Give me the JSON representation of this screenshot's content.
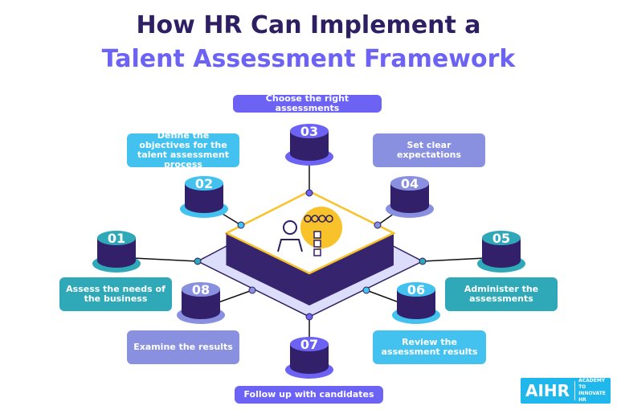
{
  "title_line1": "How HR Can Implement a",
  "title_line2": "Talent Assessment Framework",
  "colors": {
    "navy": "#2e1f63",
    "indigo": "#6c63f5",
    "teal": "#2fa8b8",
    "sky": "#43c2f0",
    "lavender": "#8a90e0",
    "yellow": "#f7c22a",
    "platform": "#dcdcfb"
  },
  "center_icon": "hr-manager-with-team-and-checklist-icon",
  "steps": [
    {
      "number": "01",
      "label": "Assess the needs of the business",
      "color": "#2fa8b8"
    },
    {
      "number": "02",
      "label": "Define the objectives for the talent assessment process",
      "color": "#43c2f0"
    },
    {
      "number": "03",
      "label": "Choose the right assessments",
      "color": "#6c63f5"
    },
    {
      "number": "04",
      "label": "Set clear expectations",
      "color": "#8a90e0"
    },
    {
      "number": "05",
      "label": "Administer the assessments",
      "color": "#2fa8b8"
    },
    {
      "number": "06",
      "label": "Review the assessment results",
      "color": "#43c2f0"
    },
    {
      "number": "07",
      "label": "Follow up with candidates",
      "color": "#6c63f5"
    },
    {
      "number": "08",
      "label": "Examine the results",
      "color": "#8a90e0"
    }
  ],
  "logo": {
    "name": "AIHR",
    "tagline_1": "ACADEMY TO",
    "tagline_2": "INNOVATE HR"
  }
}
